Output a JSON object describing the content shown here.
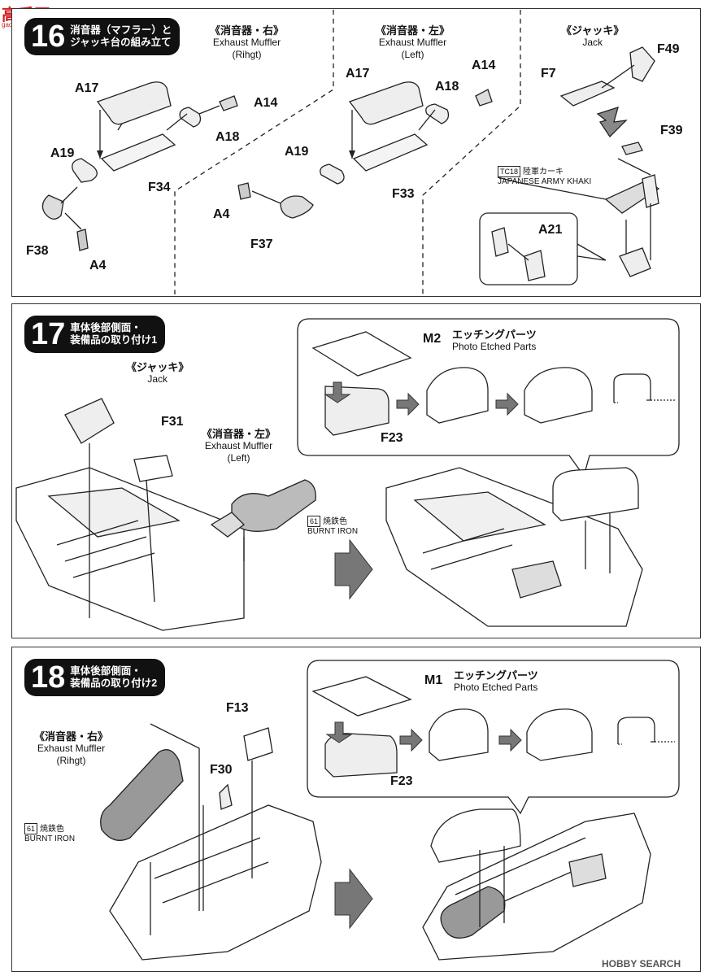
{
  "watermark": {
    "logo": "高手网",
    "site": "gao-shou.com",
    "store": "HOBBY SEARCH"
  },
  "steps": [
    {
      "num": "16",
      "title": "消音器（マフラー）と\nジャッキ台の組み立て"
    },
    {
      "num": "17",
      "title": "車体後部側面・\n装備品の取り付け1"
    },
    {
      "num": "18",
      "title": "車体後部側面・\n装備品の取り付け2"
    }
  ],
  "s16": {
    "right_jp": "《消音器・右》",
    "right_en1": "Exhaust Muffler",
    "right_en2": "(Rihgt)",
    "left_jp": "《消音器・左》",
    "left_en1": "Exhaust Muffler",
    "left_en2": "(Left)",
    "jack_jp": "《ジャッキ》",
    "jack_en": "Jack",
    "parts": [
      "A17",
      "A18",
      "A14",
      "A19",
      "F34",
      "F38",
      "A4",
      "A17",
      "A18",
      "A14",
      "A19",
      "F33",
      "A4",
      "F37",
      "F7",
      "F49",
      "F39",
      "A21"
    ],
    "paint_code": "TC18",
    "paint_jp": "陸軍カーキ",
    "paint_en": "JAPANESE ARMY KHAKI"
  },
  "s17": {
    "jack_jp": "《ジャッキ》",
    "jack_en": "Jack",
    "muffler_jp": "《消音器・左》",
    "muffler_en1": "Exhaust Muffler",
    "muffler_en2": "(Left)",
    "part_f31": "F31",
    "part_m2": "M2",
    "part_f23": "F23",
    "etch_jp": "エッチングパーツ",
    "etch_en": "Photo Etched Parts",
    "paint_code": "61",
    "paint_jp": "焼鉄色",
    "paint_en": "BURNT IRON"
  },
  "s18": {
    "muffler_jp": "《消音器・右》",
    "muffler_en1": "Exhaust Muffler",
    "muffler_en2": "(Rihgt)",
    "part_f13": "F13",
    "part_f30": "F30",
    "part_m1": "M1",
    "part_f23": "F23",
    "etch_jp": "エッチングパーツ",
    "etch_en": "Photo Etched Parts",
    "paint_code": "61",
    "paint_jp": "焼鉄色",
    "paint_en": "BURNT IRON"
  }
}
